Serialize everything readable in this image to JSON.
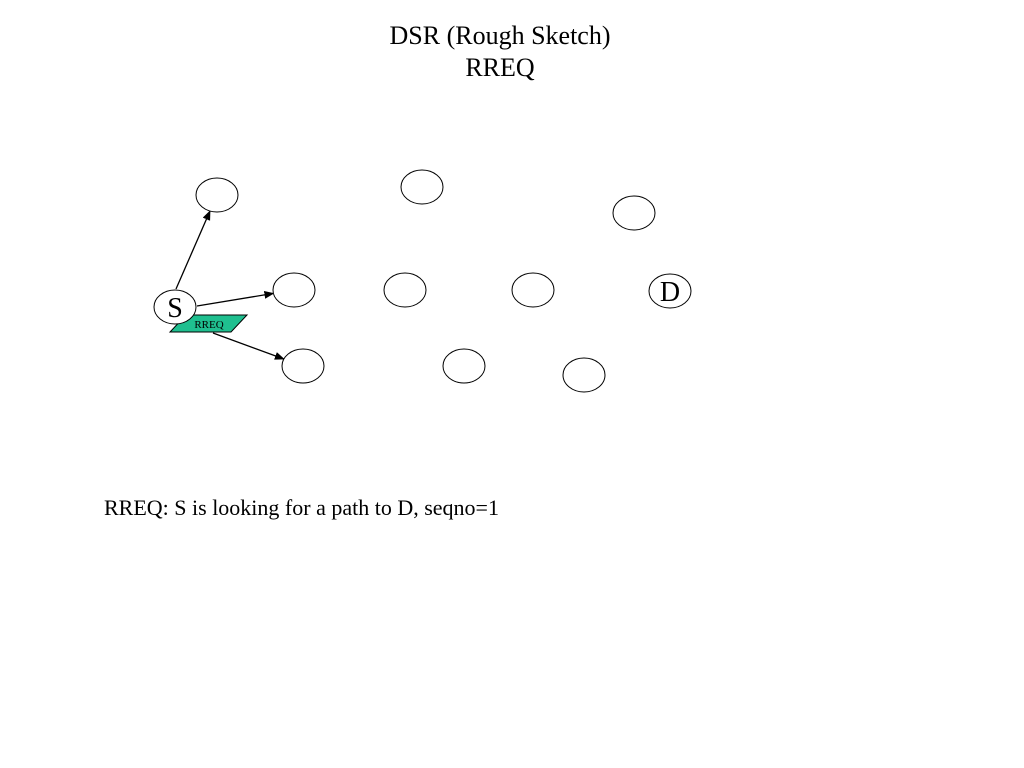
{
  "slide": {
    "title": "DSR (Rough Sketch)",
    "subtitle": "RREQ",
    "caption": "RREQ: S is looking for a path to D, seqno=1"
  },
  "diagram": {
    "nodes": [
      {
        "id": "S",
        "label": "S"
      },
      {
        "id": "n1",
        "label": ""
      },
      {
        "id": "n2",
        "label": ""
      },
      {
        "id": "n3",
        "label": ""
      },
      {
        "id": "n4",
        "label": ""
      },
      {
        "id": "n5",
        "label": ""
      },
      {
        "id": "n6",
        "label": ""
      },
      {
        "id": "n7",
        "label": ""
      },
      {
        "id": "n8",
        "label": ""
      },
      {
        "id": "n9",
        "label": ""
      },
      {
        "id": "D",
        "label": "D"
      }
    ],
    "edges": [
      {
        "from": "S",
        "to": "n1"
      },
      {
        "from": "S",
        "to": "n4"
      },
      {
        "from": "S",
        "to": "n8"
      }
    ],
    "packet": {
      "label": "RREQ",
      "color": "#1fbf8f"
    }
  }
}
